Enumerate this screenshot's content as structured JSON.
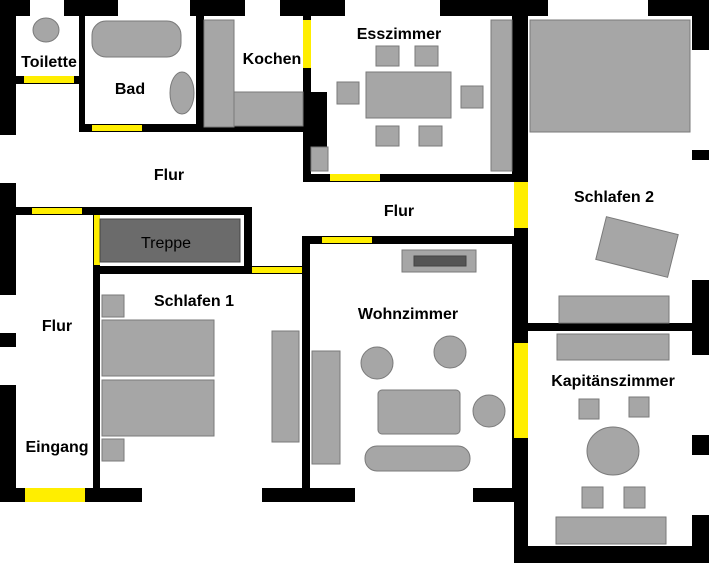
{
  "rooms": {
    "toilette": "Toilette",
    "bad": "Bad",
    "kochen": "Kochen",
    "esszimmer": "Esszimmer",
    "flur_top": "Flur",
    "flur_middle": "Flur",
    "treppe": "Treppe",
    "flur_left": "Flur",
    "eingang": "Eingang",
    "schlafen1": "Schlafen 1",
    "wohnzimmer": "Wohnzimmer",
    "schlafen2": "Schlafen 2",
    "kapitaenszimmer": "Kapitänszimmer"
  },
  "colors": {
    "wall": "#000000",
    "door": "#ffee00",
    "furniture": "#a6a6a6",
    "furniture_stroke": "#7a7a7a",
    "stairs": "#6b6b6b",
    "floor": "#ffffff"
  }
}
